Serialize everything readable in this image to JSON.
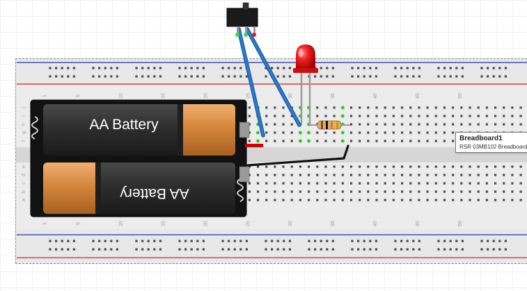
{
  "breadboard": {
    "column_labels_top": [
      "1",
      "5",
      "10",
      "15",
      "20",
      "25",
      "30",
      "35",
      "40",
      "45",
      "50"
    ],
    "column_labels_bottom": [
      "1",
      "5",
      "10",
      "15",
      "20",
      "25",
      "30",
      "35",
      "40",
      "45",
      "50"
    ],
    "row_labels_top": [
      "j",
      "i",
      "h",
      "g",
      "f"
    ],
    "row_labels_bottom": [
      "e",
      "d",
      "c",
      "b",
      "a"
    ]
  },
  "battery_pack": {
    "cell_top_label": "AA Battery",
    "cell_bottom_label": "AA Battery"
  },
  "tooltip": {
    "title": "Breadboard1",
    "description": "RSR 03MB102 Breadboard"
  },
  "colors": {
    "wire_blue": "#2a7ad4",
    "wire_black": "#111111",
    "wire_red": "#d00000",
    "led_red": "#e01010",
    "rail_red": "#cc2222",
    "rail_blue": "#2233aa",
    "highlight_green": "#22cc22",
    "battery_orange": "#d88a40",
    "battery_body": "#2b2b2b"
  }
}
